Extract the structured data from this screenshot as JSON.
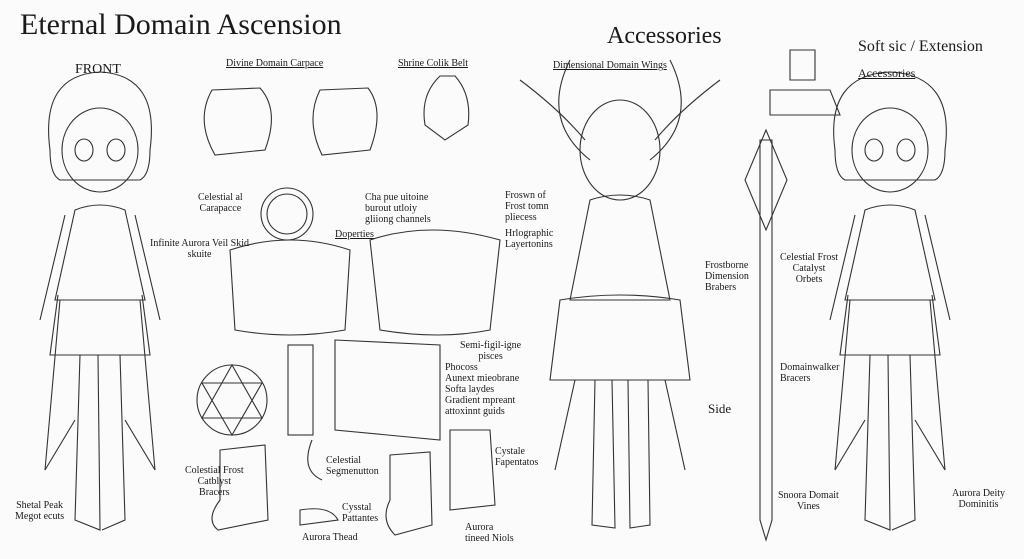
{
  "title": "Eternal Domain Ascension",
  "accessories_heading": "Accessories",
  "front_label": "FRONT",
  "side_label": "Side",
  "section_labels": {
    "carapace": "Divine Domain Carpace",
    "belt": "Shrine Colik Belt",
    "wings": "Dimensional Domain Wings",
    "extension": "Soft sic / Extension",
    "accessories_sub": "Accessories"
  },
  "callouts": {
    "celestial_carapace": "Celestial al\nCarapacce",
    "veil_skirt": "Infinite Aurora Veil Skid\nskuite",
    "doperties": "Doperties",
    "channels": "Cha pue uitoine\nburout utloiy\ngliiong channels",
    "frost_pieces": "Froswn of\nFrost tomn\npliecess",
    "holographic": "Hrlographic\nLayertonins",
    "frostborne": "Frostborne\nDimension\nBrabers",
    "catalyst_orbets": "Celestial Frost\nCatalyst\nOrbets",
    "domainwalker": "Domainwalker\nBracers",
    "semi_pieces": "Semi-figil-igne\npisces",
    "layers": "Phocoss\nAunext mieobrane\nSofta laydes\nGradient mpreant\nattoxinnt guids",
    "cystale": "Cystale\nFapentatos",
    "aurora_niols": "Aurora\ntineed Niols",
    "catalyst_bracers": "Colestial Frost\nCatblyst\nBracers",
    "segmentation": "Celestial\nSegmenutton",
    "pattantes": "Cysstal\nPattantes",
    "aurora_thread": "Aurora Thead",
    "shetal_peak": "Shetal Peak\nMegot ecuts",
    "snoora_vines": "Snoora Domait\nVines",
    "aurora_deity": "Aurora Deity\nDominitis"
  }
}
